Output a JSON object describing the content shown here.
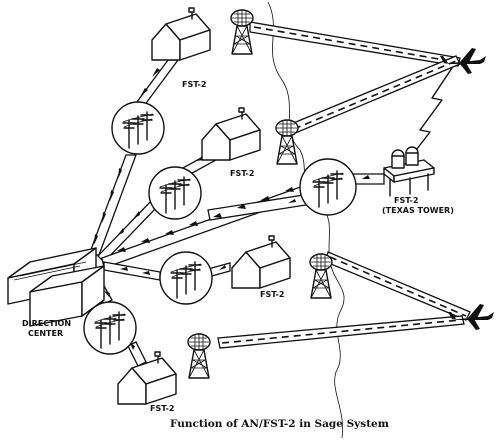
{
  "labels": {
    "fst2_top": "FST-2",
    "fst2_middle": "FST-2",
    "fst2_lower": "FST-2",
    "fst2_bottom": "FST-2",
    "fst2_texas": "FST-2",
    "texas_tower": "(TEXAS TOWER)",
    "direction_line1": "DIRECTION",
    "direction_line2": "CENTER"
  },
  "caption": "Function of AN/FST-2 in Sage System",
  "colors": {
    "ink": "#111111",
    "paper": "#ffffff"
  },
  "icons": [
    "radar-tower-icon",
    "aircraft-icon",
    "house-icon",
    "telephone-pole-icon",
    "lightning-icon",
    "direction-center-building-icon",
    "texas-tower-platform-icon"
  ]
}
